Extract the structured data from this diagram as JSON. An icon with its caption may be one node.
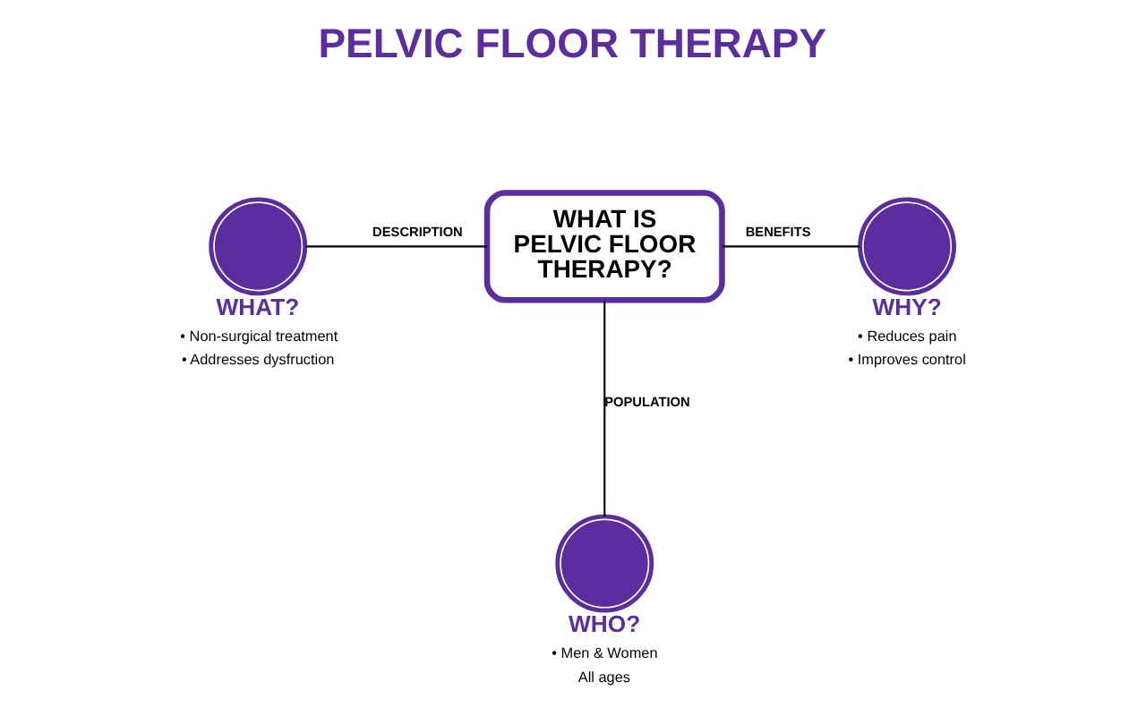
{
  "diagram": {
    "title": "PELVIC FLOOR THERAPY",
    "nodes": [
      {
        "text": [
          "WHAT IS PELVIC FLOOR THERAPY?"
        ]
      },
      {
        "text": [
          "WHAT?",
          "• Non-surgical treatment",
          "• Addresses dysfruction"
        ]
      },
      {
        "text": [
          "WHY?",
          "• Reduces pain",
          "• Improves control"
        ]
      },
      {
        "text": [
          "WHO?",
          "• Men & Women",
          "All ages"
        ]
      }
    ],
    "edges": [
      {
        "from": 1,
        "to": 0,
        "arrow": "none",
        "label": "DESCRIPTION"
      },
      {
        "from": 0,
        "to": 2,
        "arrow": "none",
        "label": "BENEFITS"
      },
      {
        "from": 0,
        "to": 3,
        "arrow": "none",
        "label": "POPULATION"
      }
    ]
  }
}
